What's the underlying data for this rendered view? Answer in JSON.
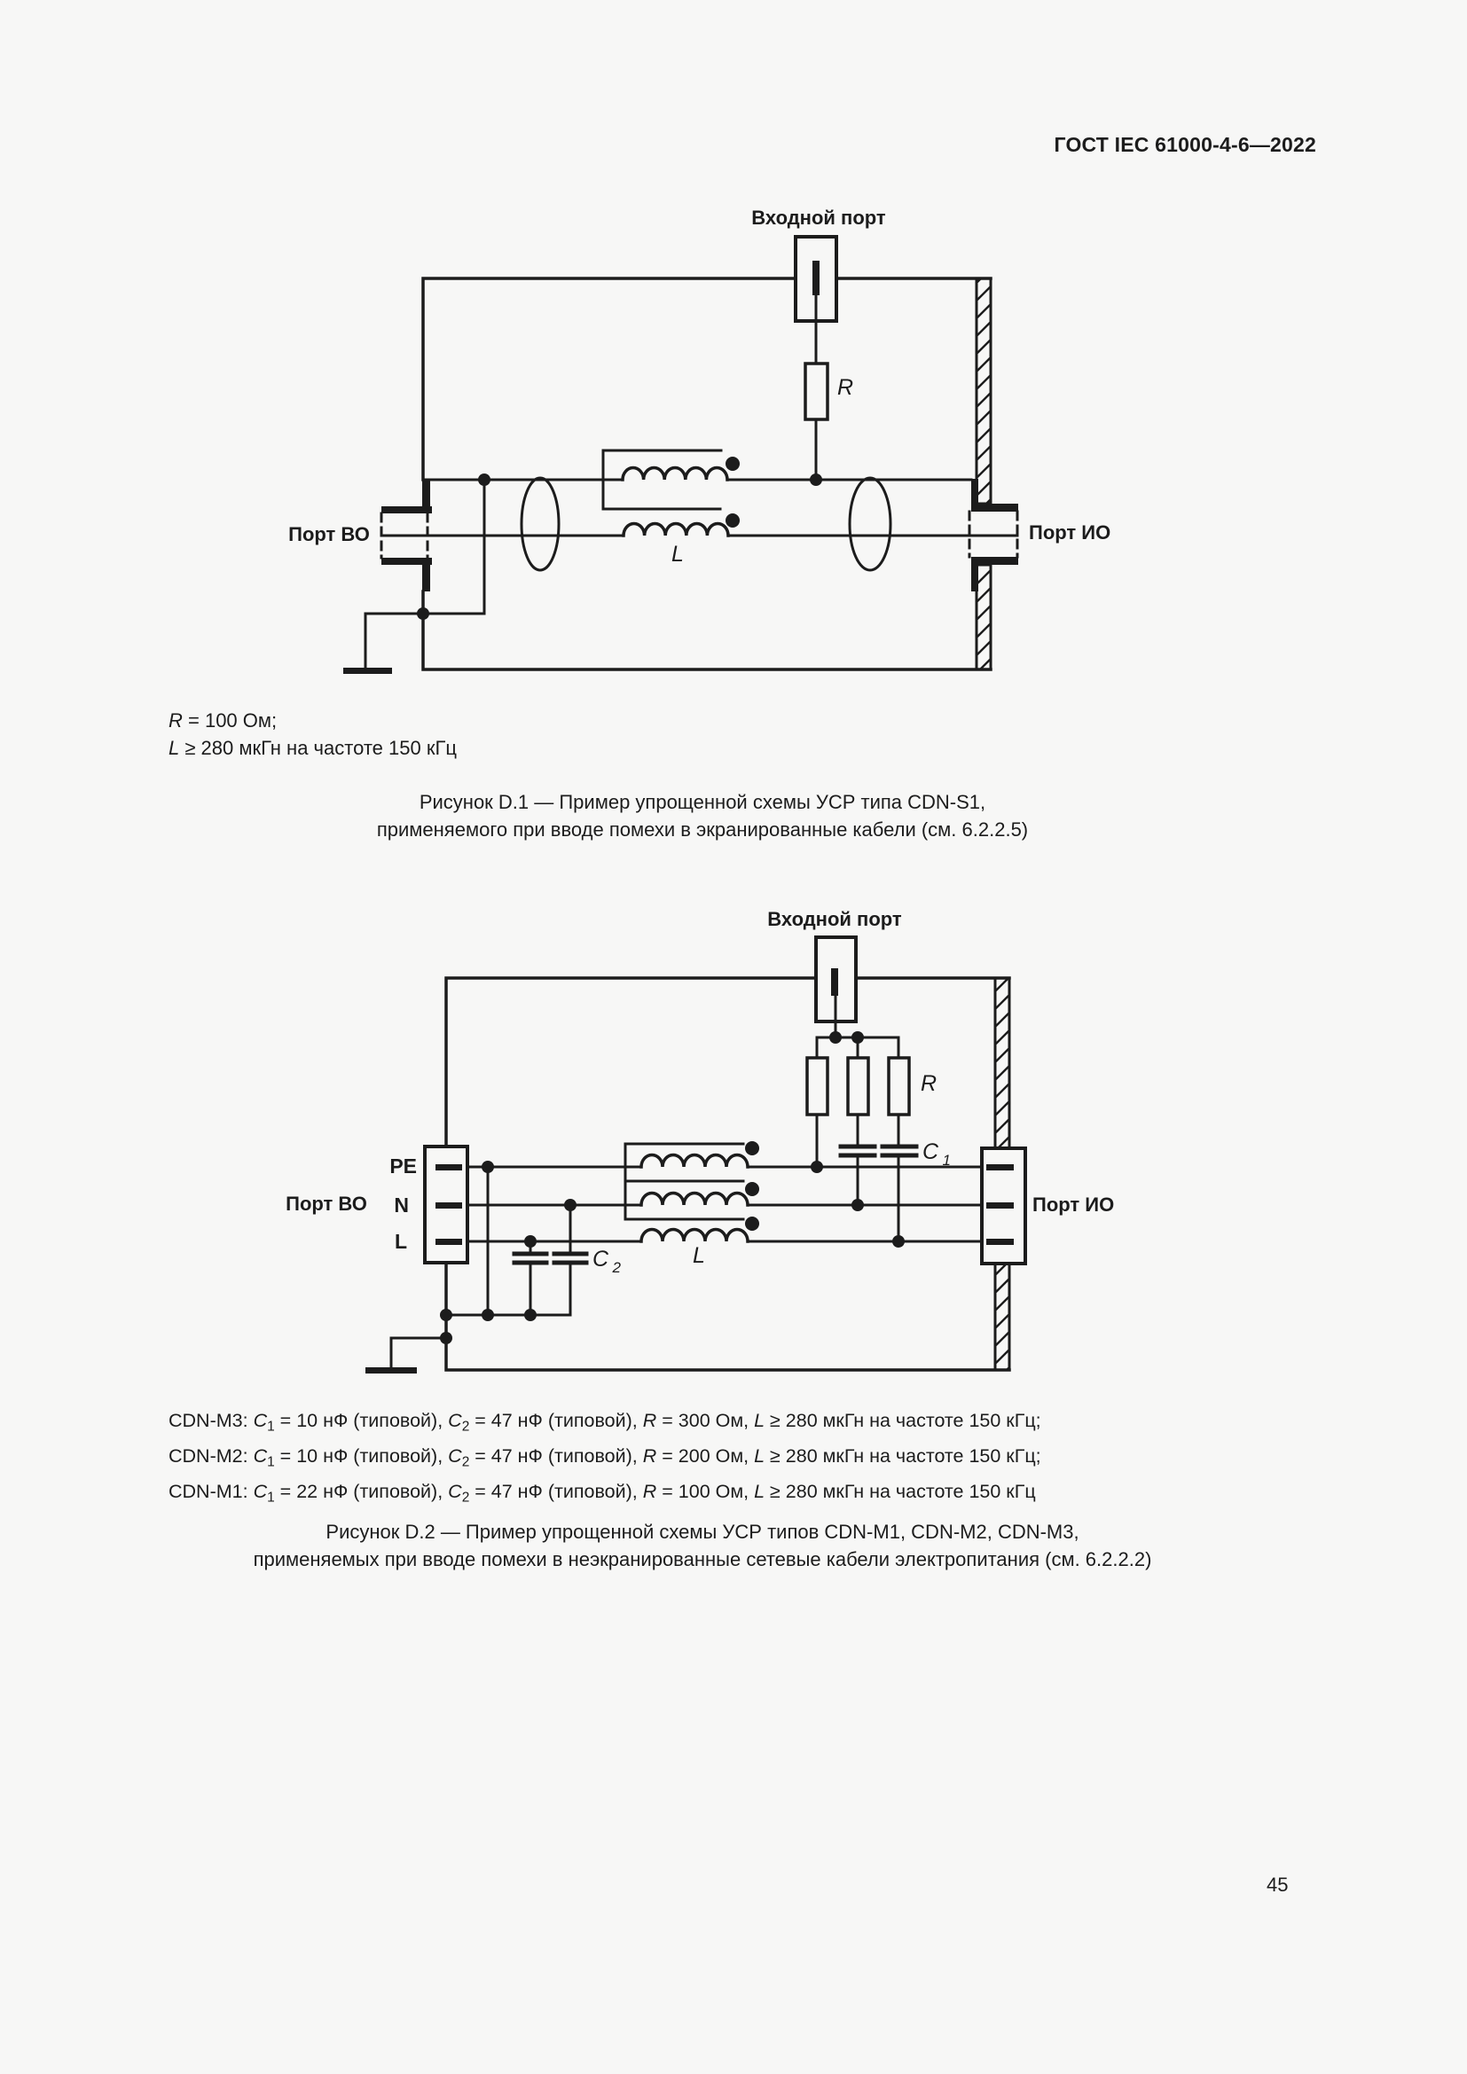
{
  "page": {
    "header": "ГОСТ IEC 61000-4-6—2022",
    "page_number": "45"
  },
  "figure_d1": {
    "labels": {
      "input_port": "Входной порт",
      "port_vo": "Порт ВО",
      "port_io": "Порт ИО",
      "resistor": "R",
      "inductor": "L"
    },
    "params_lines": [
      [
        {
          "t": "R",
          "s": "i"
        },
        {
          "t": " = 100 Ом;",
          "s": ""
        }
      ],
      [
        {
          "t": "L",
          "s": "i"
        },
        {
          "t": " ≥ 280 мкГн на частоте 150 кГц",
          "s": ""
        }
      ]
    ],
    "caption_line1": "Рисунок D.1 — Пример упрощенной схемы УСР типа CDN-S1,",
    "caption_line2": "применяемого при вводе помехи в экранированные кабели (см. 6.2.2.5)"
  },
  "figure_d2": {
    "labels": {
      "input_port": "Входной порт",
      "port_vo": "Порт ВО",
      "port_io": "Порт ИО",
      "resistor": "R",
      "inductor": "L",
      "cap1_base": "C",
      "cap1_sub": "1",
      "cap2_base": "C",
      "cap2_sub": "2",
      "line_pe": "PE",
      "line_n": "N",
      "line_l": "L"
    },
    "params_lines": [
      [
        {
          "t": "CDN-M3: ",
          "s": ""
        },
        {
          "t": "C",
          "s": "i"
        },
        {
          "t": "1",
          "s": "sub"
        },
        {
          "t": " = 10 нФ (типовой), ",
          "s": ""
        },
        {
          "t": "C",
          "s": "i"
        },
        {
          "t": "2",
          "s": "sub"
        },
        {
          "t": " = 47 нФ (типовой), ",
          "s": ""
        },
        {
          "t": "R",
          "s": "i"
        },
        {
          "t": " = 300 Ом, ",
          "s": ""
        },
        {
          "t": "L",
          "s": "i"
        },
        {
          "t": " ≥ 280 мкГн на частоте 150 кГц;",
          "s": ""
        }
      ],
      [
        {
          "t": "CDN-M2: ",
          "s": ""
        },
        {
          "t": "C",
          "s": "i"
        },
        {
          "t": "1",
          "s": "sub"
        },
        {
          "t": " = 10 нФ (типовой), ",
          "s": ""
        },
        {
          "t": "C",
          "s": "i"
        },
        {
          "t": "2",
          "s": "sub"
        },
        {
          "t": " = 47 нФ (типовой), ",
          "s": ""
        },
        {
          "t": "R",
          "s": "i"
        },
        {
          "t": " = 200 Ом, ",
          "s": ""
        },
        {
          "t": "L",
          "s": "i"
        },
        {
          "t": " ≥ 280 мкГн на частоте 150 кГц;",
          "s": ""
        }
      ],
      [
        {
          "t": "CDN-M1: ",
          "s": ""
        },
        {
          "t": "C",
          "s": "i"
        },
        {
          "t": "1",
          "s": "sub"
        },
        {
          "t": " = 22 нФ (типовой), ",
          "s": ""
        },
        {
          "t": "C",
          "s": "i"
        },
        {
          "t": "2",
          "s": "sub"
        },
        {
          "t": " = 47 нФ (типовой), ",
          "s": ""
        },
        {
          "t": "R",
          "s": "i"
        },
        {
          "t": " = 100 Ом, ",
          "s": ""
        },
        {
          "t": "L",
          "s": "i"
        },
        {
          "t": " ≥ 280 мкГн на частоте 150 кГц",
          "s": ""
        }
      ]
    ],
    "caption_line1": "Рисунок D.2 — Пример упрощенной схемы УСР типов CDN-M1, CDN-M2, CDN-M3,",
    "caption_line2": "применяемых при вводе помехи в неэкранированные сетевые кабели электропитания (см. 6.2.2.2)"
  },
  "colors": {
    "ink": "#1c1c1c",
    "paper": "#f7f7f6"
  }
}
